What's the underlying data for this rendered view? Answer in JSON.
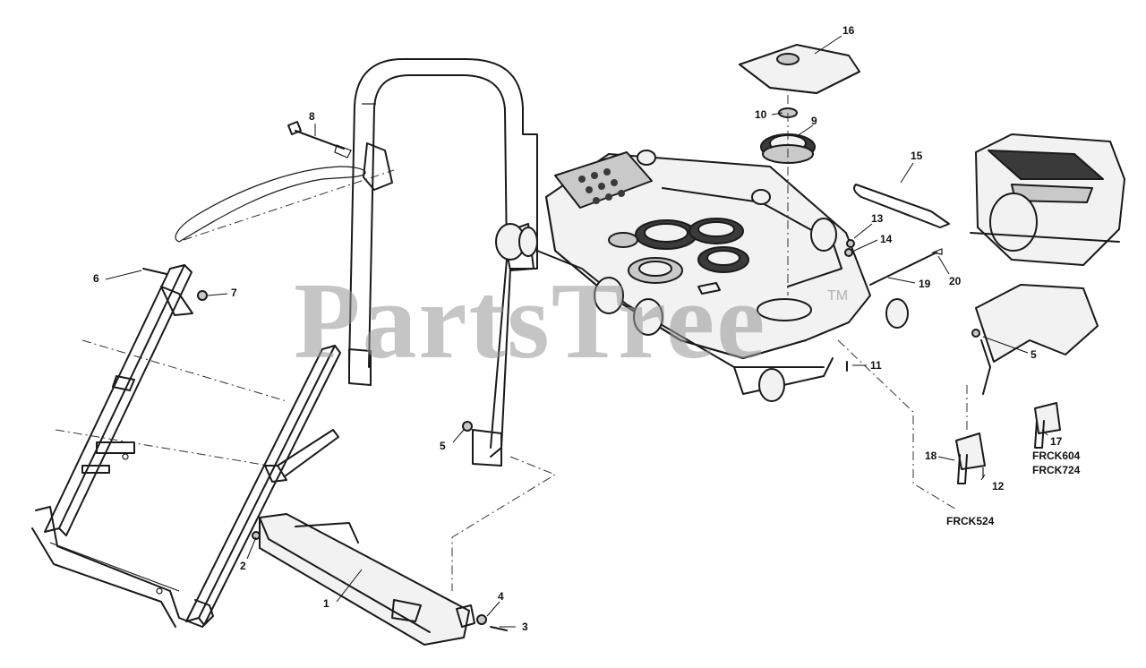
{
  "watermark": {
    "text": "PartsTree",
    "trademark": "TM"
  },
  "callouts": {
    "c1": "1",
    "c2": "2",
    "c3": "3",
    "c4": "4",
    "c5a": "5",
    "c5b": "5",
    "c6": "6",
    "c7": "7",
    "c8": "8",
    "c9": "9",
    "c10": "10",
    "c11": "11",
    "c12": "12",
    "c13": "13",
    "c14": "14",
    "c15": "15",
    "c16": "16",
    "c17": "17",
    "c18": "18",
    "c19": "19",
    "c20": "20"
  },
  "kits": {
    "k524": "FRCK524",
    "k604": "FRCK604",
    "k724": "FRCK724"
  }
}
